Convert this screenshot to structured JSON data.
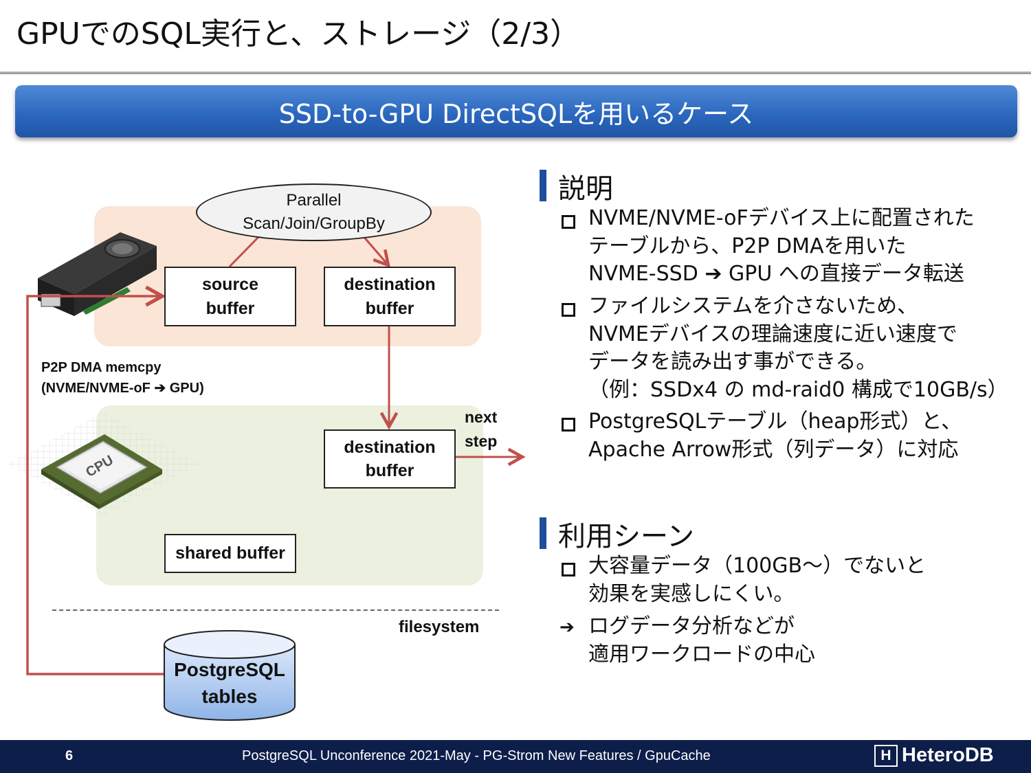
{
  "slide": {
    "title": "GPUでのSQL実行と、ストレージ（2/3）",
    "banner": "SSD-to-GPU DirectSQLを用いるケース"
  },
  "diagram": {
    "parallel": "Parallel\nScan/Join/GroupBy",
    "source_buffer": "source\nbuffer",
    "destination_buffer_gpu": "destination\nbuffer",
    "destination_buffer_cpu": "destination\nbuffer",
    "shared_buffer": "shared buffer",
    "p2p_label": "P2P DMA memcpy\n(NVME/NVME-oF ➔ GPU)",
    "next_step": "next\nstep",
    "filesystem": "filesystem",
    "postgresql_tables": "PostgreSQL\ntables",
    "cpu_chip_label": "CPU",
    "arrow_color": "#c0504d"
  },
  "explanation": {
    "title": "説明",
    "bullets": [
      "NVME/NVME-oFデバイス上に配置された\nテーブルから、P2P DMAを用いた\nNVME-SSD ➔ GPU への直接データ転送",
      "ファイルシステムを介さないため、\nNVMEデバイスの理論速度に近い速度で\nデータを読み出す事ができる。\n（例：SSDx4 の md-raid0 構成で10GB/s）",
      "PostgreSQLテーブル（heap形式）と、\nApache Arrow形式（列データ）に対応"
    ]
  },
  "usage": {
    "title": "利用シーン",
    "bullets": [
      "大容量データ（100GB～）でないと\n効果を実感しにくい。"
    ],
    "arrow_bullet": "ログデータ分析などが\n適用ワークロードの中心",
    "arrow_icon": "➔"
  },
  "footer": {
    "page_number": "6",
    "text": "PostgreSQL Unconference 2021-May - PG-Strom New Features / GpuCache",
    "logo": "HeteroDB",
    "logo_mark": "H",
    "background": "#0e1e4a"
  },
  "colors": {
    "banner": "#2c68bf",
    "section_bar": "#1f4e9c",
    "gpu_zone": "#fbe5d6",
    "cpu_zone": "#ebf1de",
    "db_cylinder": "#a9c7f0"
  }
}
